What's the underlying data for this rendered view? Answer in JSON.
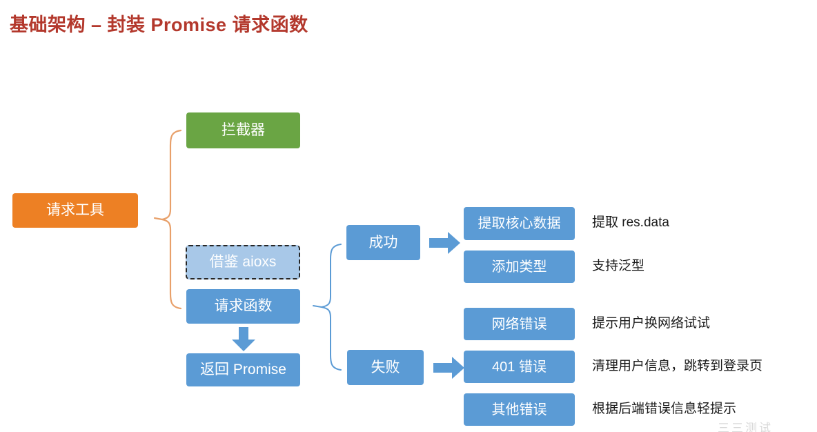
{
  "page": {
    "title": "基础架构 – 封装 Promise 请求函数",
    "title_color": "#B3382C",
    "background": "#ffffff",
    "watermark": "三三测试"
  },
  "palette": {
    "orange": "#ED8024",
    "green": "#6AA544",
    "blue": "#5B9BD5",
    "light_blue": "#A8C8E8",
    "brace_orange": "#E8A06A",
    "brace_blue": "#5B9BD5",
    "text_dark": "#1a1a1a"
  },
  "nodes": {
    "root": {
      "label": "请求工具",
      "color": "#ED8024"
    },
    "interceptor": {
      "label": "拦截器",
      "color": "#6AA544"
    },
    "reference": {
      "label": "借鉴 aioxs",
      "color": "#A8C8E8"
    },
    "request_fn": {
      "label": "请求函数",
      "color": "#5B9BD5"
    },
    "return_promise": {
      "label": "返回 Promise",
      "color": "#5B9BD5"
    },
    "success": {
      "label": "成功",
      "color": "#5B9BD5"
    },
    "failure": {
      "label": "失败",
      "color": "#5B9BD5"
    }
  },
  "success_branch": {
    "items": [
      {
        "label": "提取核心数据",
        "desc": "提取 res.data"
      },
      {
        "label": "添加类型",
        "desc": "支持泛型"
      }
    ]
  },
  "failure_branch": {
    "items": [
      {
        "label": "网络错误",
        "desc": "提示用户换网络试试"
      },
      {
        "label": "401 错误",
        "desc": "清理用户信息，跳转到登录页"
      },
      {
        "label": "其他错误",
        "desc": "根据后端错误信息轻提示"
      }
    ]
  },
  "icons": {
    "arrow_success": "right-arrow-icon",
    "arrow_failure": "right-arrow-icon",
    "arrow_flow": "down-arrow-icon",
    "brace_root": "curly-brace-icon",
    "brace_branch": "curly-brace-icon"
  }
}
